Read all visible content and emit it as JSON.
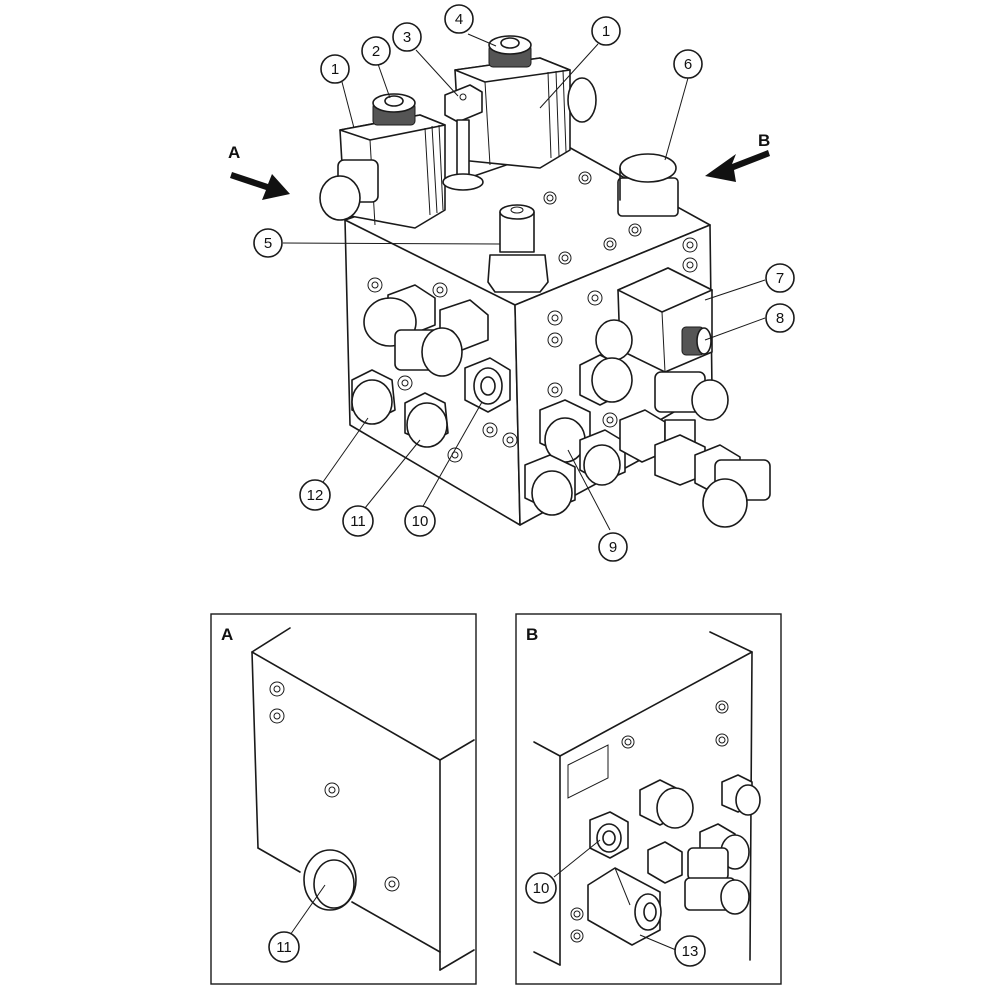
{
  "main_view": {
    "arrows": [
      {
        "id": "arrow-a",
        "label": "A"
      },
      {
        "id": "arrow-b",
        "label": "B"
      }
    ],
    "callouts": [
      "1",
      "2",
      "3",
      "4",
      "1",
      "6",
      "5",
      "7",
      "8",
      "12",
      "11",
      "10",
      "9"
    ]
  },
  "detail_a": {
    "label": "A",
    "callouts": [
      "11"
    ]
  },
  "detail_b": {
    "label": "B",
    "callouts": [
      "10",
      "13"
    ]
  }
}
